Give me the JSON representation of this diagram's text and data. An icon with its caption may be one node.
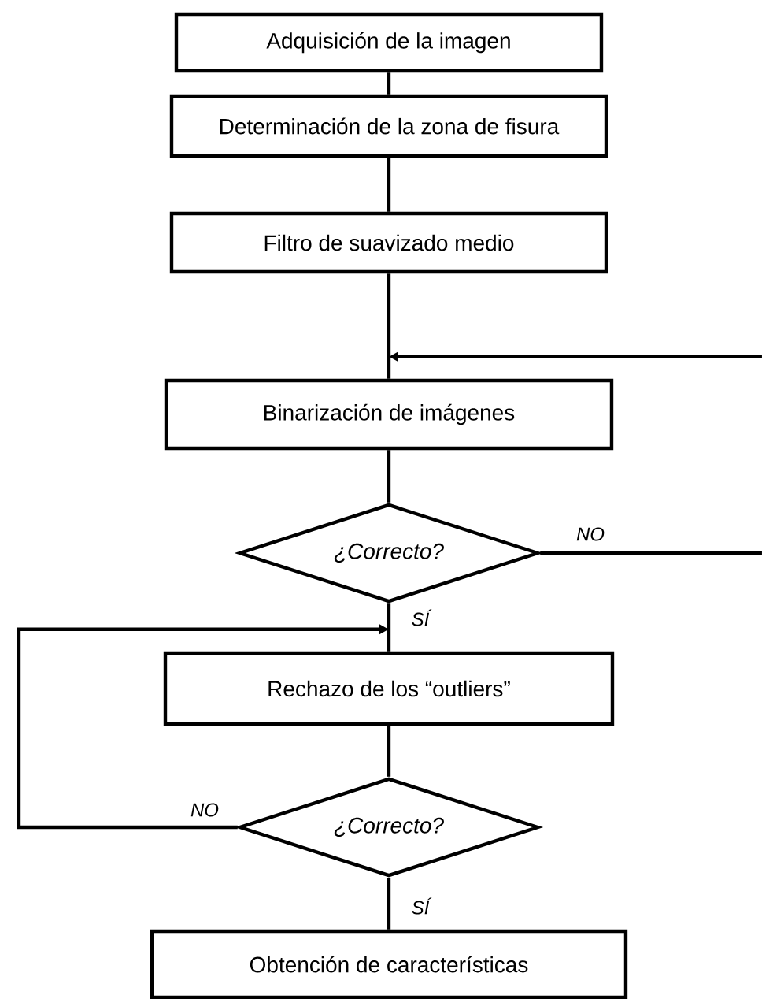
{
  "diagram": {
    "nodes": [
      {
        "text": [
          "Adquisición de la imagen"
        ]
      },
      {
        "text": [
          "Determinación de la zona de fisura"
        ]
      },
      {
        "text": [
          "Filtro de suavizado medio"
        ]
      },
      {
        "text": [
          "Binarización de imágenes"
        ]
      },
      {
        "text": [
          "¿Correcto?"
        ]
      },
      {
        "text": [
          "Rechazo de los “outliers”"
        ]
      },
      {
        "text": [
          "¿Correcto?"
        ]
      },
      {
        "text": [
          "Obtención de características"
        ]
      }
    ],
    "edges": [
      {
        "from": 0,
        "to": 1,
        "arrow": "none"
      },
      {
        "from": 1,
        "to": 2,
        "arrow": "none"
      },
      {
        "from": 2,
        "to": 3,
        "arrow": "none"
      },
      {
        "from": null,
        "to": 3,
        "arrow": "to"
      },
      {
        "from": 3,
        "to": 4,
        "arrow": "none"
      },
      {
        "from": 4,
        "to": null,
        "arrow": "none",
        "label": "NO"
      },
      {
        "from": 4,
        "to": 5,
        "arrow": "none",
        "label": "SÍ"
      },
      {
        "from": 5,
        "to": 6,
        "arrow": "none"
      },
      {
        "from": 6,
        "to": 5,
        "arrow": "to",
        "label": "NO"
      },
      {
        "from": 6,
        "to": 7,
        "arrow": "none",
        "label": "SÍ"
      }
    ]
  }
}
